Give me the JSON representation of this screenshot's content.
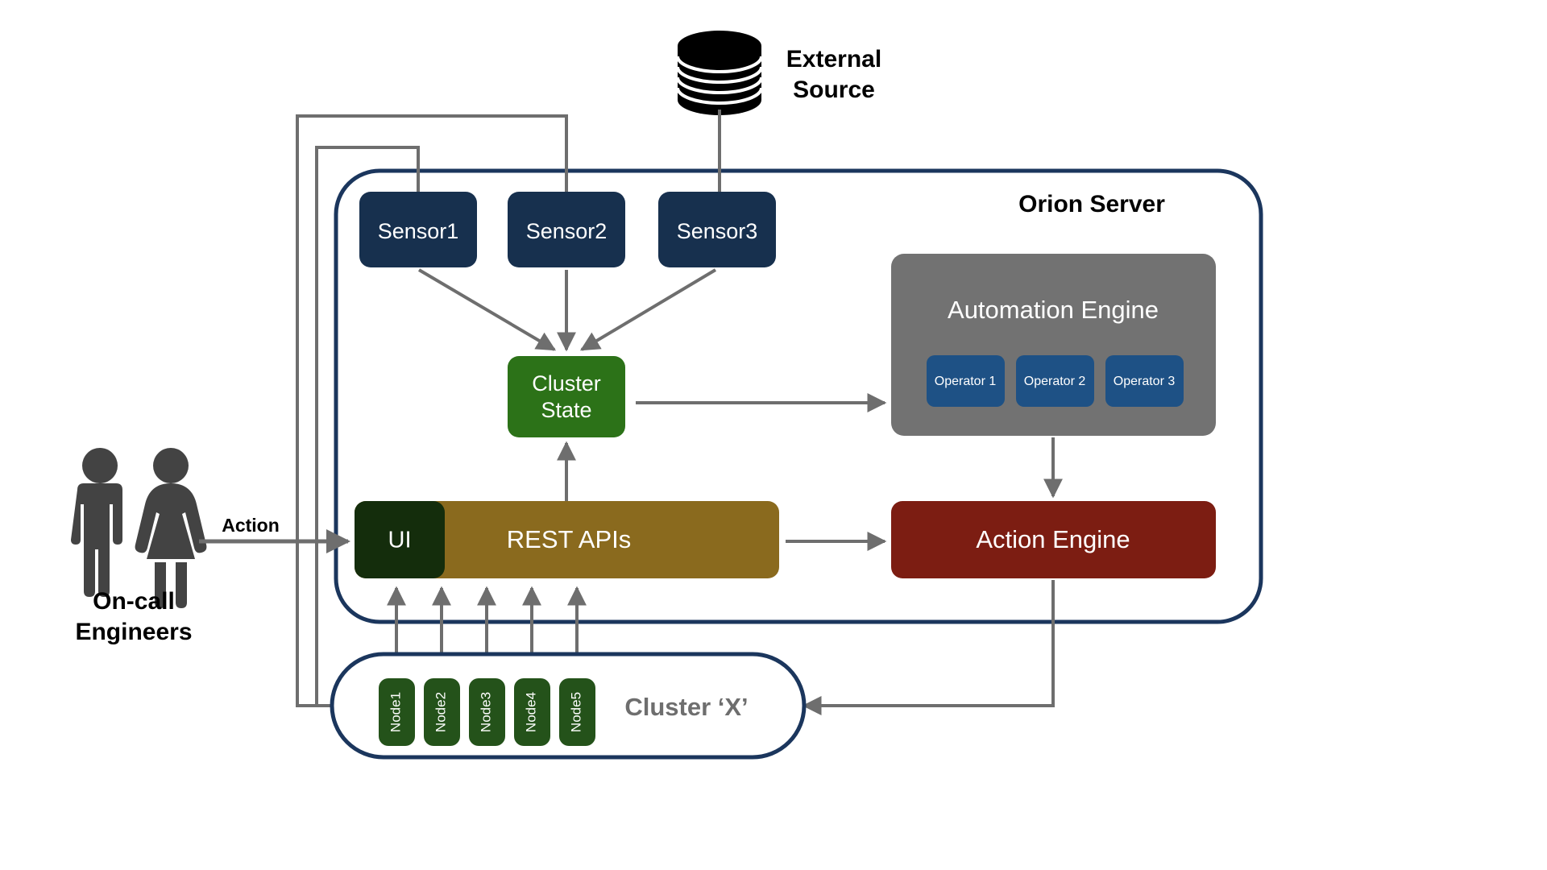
{
  "diagram": {
    "title": "Orion Server architecture diagram",
    "boundary_label": "Orion Server",
    "colors": {
      "boundary_border": "#1B365D",
      "sensor_fill": "#17304E",
      "cluster_state_fill": "#2C7218",
      "automation_engine_fill": "#727272",
      "operator_fill": "#1E5185",
      "ui_fill": "#142D0C",
      "rest_api_fill": "#8A6A1E",
      "action_engine_fill": "#7C1D12",
      "node_fill": "#24521A",
      "connector_gray": "#6E6E6E",
      "person_gray": "#434343",
      "database_black": "#000000",
      "text_white": "#FFFFFF",
      "text_black": "#000000",
      "text_gray": "#6E6E6E"
    }
  },
  "external_source": {
    "label_line1": "External",
    "label_line2": "Source",
    "icon": "database-stack-icon"
  },
  "sensors": [
    {
      "label": "Sensor1"
    },
    {
      "label": "Sensor2"
    },
    {
      "label": "Sensor3"
    }
  ],
  "cluster_state": {
    "label_line1": "Cluster",
    "label_line2": "State"
  },
  "automation_engine": {
    "label": "Automation Engine",
    "operators": [
      {
        "label": "Operator 1"
      },
      {
        "label": "Operator 2"
      },
      {
        "label": "Operator 3"
      }
    ]
  },
  "action_engine": {
    "label": "Action Engine"
  },
  "api_row": {
    "ui_label": "UI",
    "rest_label": "REST APIs"
  },
  "cluster": {
    "label": "Cluster ‘X’",
    "nodes": [
      {
        "label": "Node1"
      },
      {
        "label": "Node2"
      },
      {
        "label": "Node3"
      },
      {
        "label": "Node4"
      },
      {
        "label": "Node5"
      }
    ]
  },
  "actors": {
    "label_line1": "On-call",
    "label_line2": "Engineers",
    "action_label": "Action",
    "icons": [
      "person-male-icon",
      "person-female-icon"
    ]
  }
}
